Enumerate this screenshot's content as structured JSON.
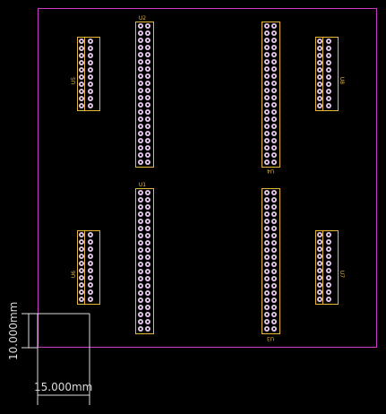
{
  "colors": {
    "background": "#000000",
    "board_outline": "#c83cc8",
    "silkscreen": "#e8b83a",
    "pad_fill": "#e7c9ef",
    "pad_hole": "#000000",
    "dimension_line": "#dcdcdc"
  },
  "dimensions": {
    "vertical_label": "10.000mm",
    "horizontal_label": "15.000mm"
  },
  "components": [
    {
      "ref": "U2",
      "cols": 2,
      "rows": 20
    },
    {
      "ref": "U4",
      "cols": 2,
      "rows": 20
    },
    {
      "ref": "U1",
      "cols": 2,
      "rows": 20
    },
    {
      "ref": "U3",
      "cols": 2,
      "rows": 20
    },
    {
      "ref": "U5",
      "cols": 2,
      "rows": 10
    },
    {
      "ref": "U8",
      "cols": 2,
      "rows": 10
    },
    {
      "ref": "U6",
      "cols": 2,
      "rows": 10
    },
    {
      "ref": "U7",
      "cols": 2,
      "rows": 10
    }
  ]
}
